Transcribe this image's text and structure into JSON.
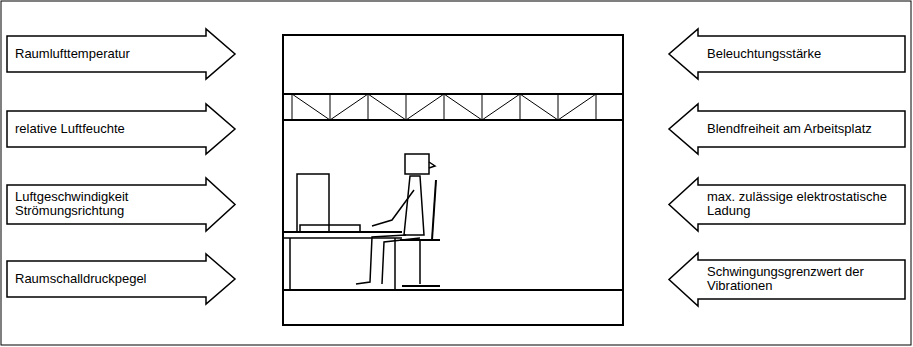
{
  "diagram": {
    "nodes": [
      {
        "text": [
          "Raumlufttemperatur"
        ]
      },
      {
        "text": [
          "relative Luftfeuchte"
        ]
      },
      {
        "text": [
          "Luftgeschwindigkeit Strömungsrichtung"
        ]
      },
      {
        "text": [
          "Raumschalldruckpegel"
        ]
      },
      {
        "text": [
          "Beleuchtungsstärke"
        ]
      },
      {
        "text": [
          "Blendfreiheit am Arbeitsplatz"
        ]
      },
      {
        "text": [
          "max. zulässige elektrostatische Ladung"
        ]
      },
      {
        "text": [
          "Schwingungsgrenzwert der Vibrationen"
        ]
      }
    ]
  }
}
